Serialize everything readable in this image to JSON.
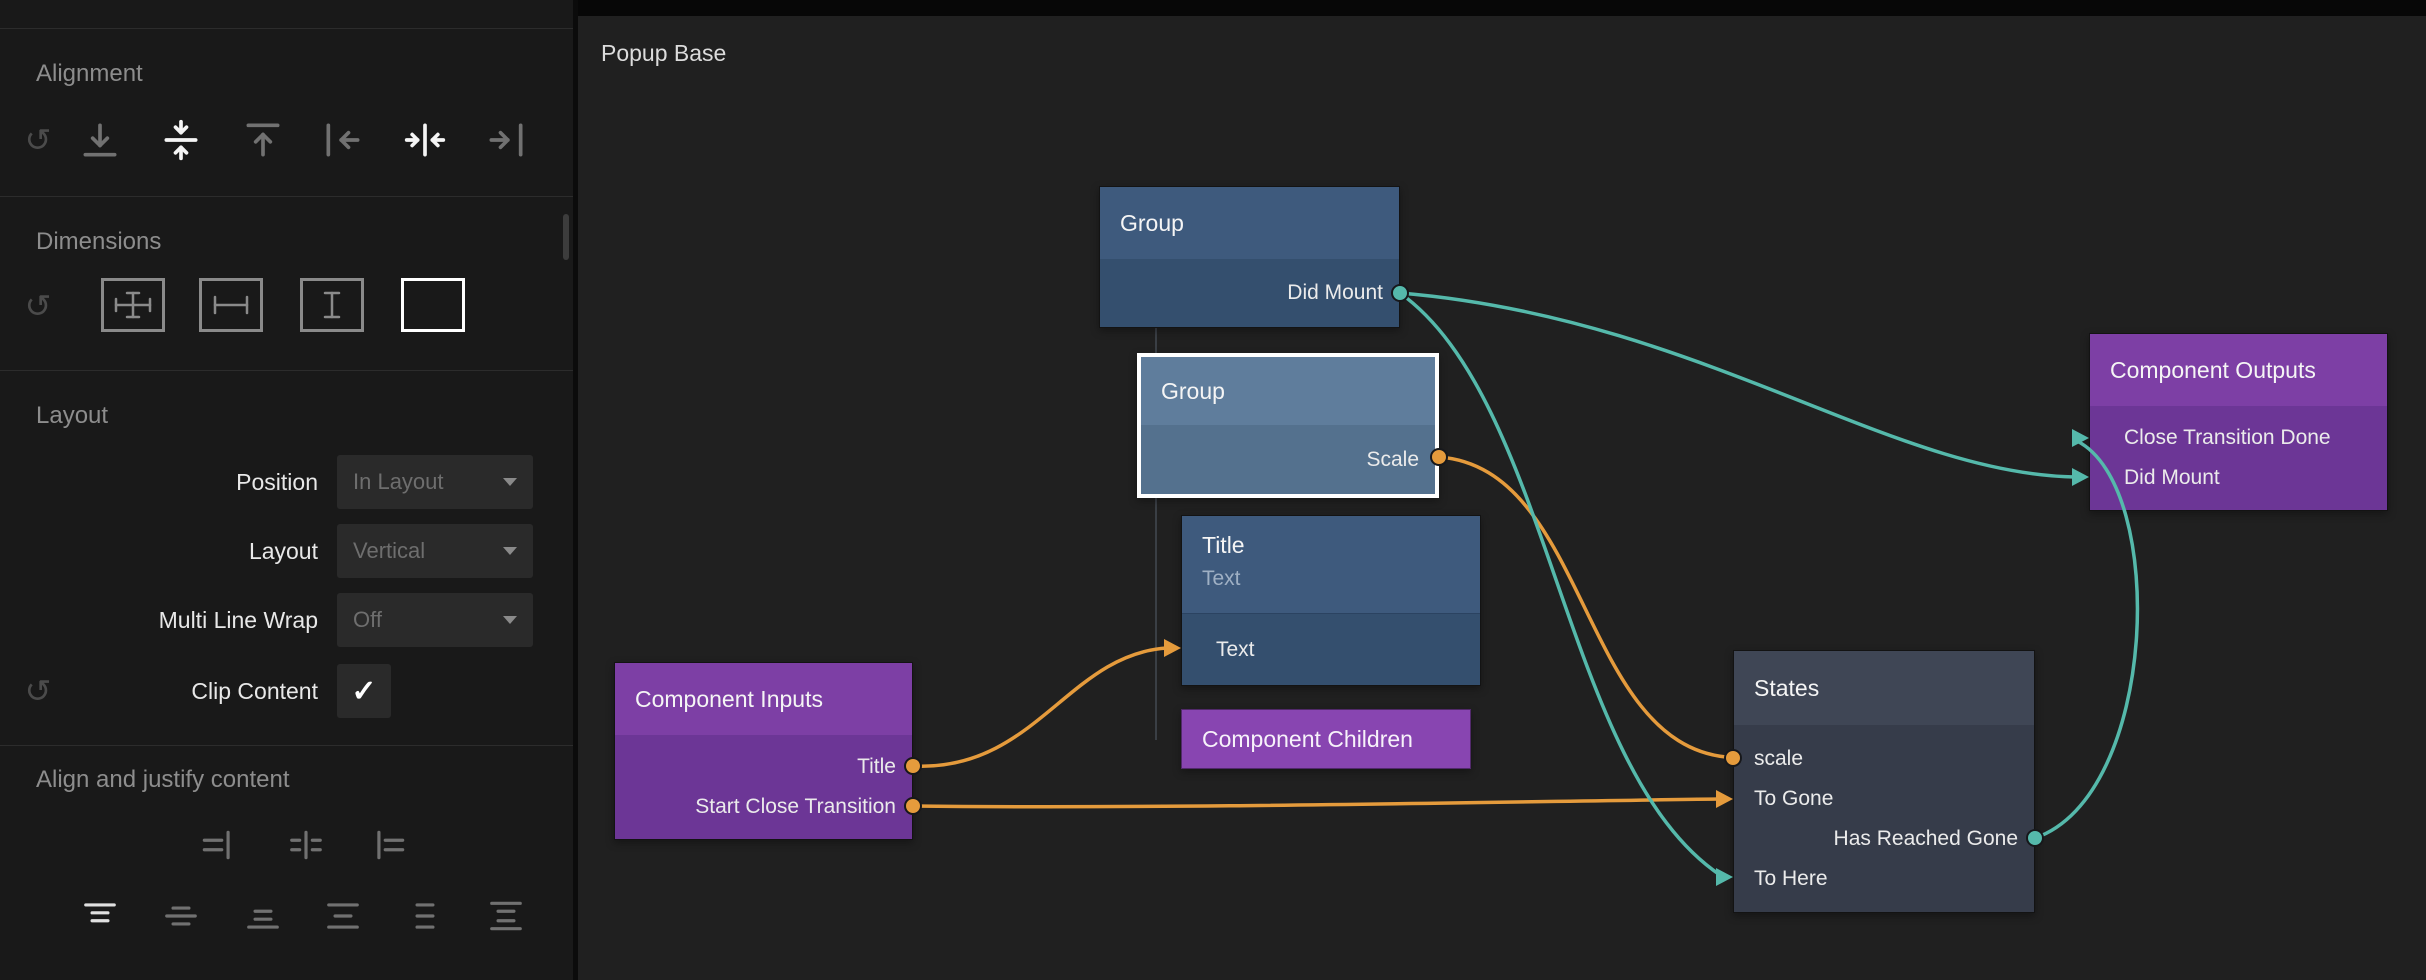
{
  "sidebar": {
    "alignment": {
      "title": "Alignment"
    },
    "dimensions": {
      "title": "Dimensions"
    },
    "layout": {
      "title": "Layout",
      "position_label": "Position",
      "position_value": "In Layout",
      "layout_label": "Layout",
      "layout_value": "Vertical",
      "wrap_label": "Multi Line Wrap",
      "wrap_value": "Off",
      "clip_label": "Clip Content",
      "clip_check": "✓"
    },
    "align_justify": {
      "title": "Align and justify content"
    }
  },
  "canvas": {
    "title": "Popup Base",
    "nodes": {
      "group1": {
        "title": "Group",
        "ports": {
          "did_mount": "Did Mount"
        }
      },
      "group2": {
        "title": "Group",
        "selected": true,
        "ports": {
          "scale": "Scale"
        }
      },
      "title_node": {
        "title": "Title",
        "type_label": "Text",
        "ports": {
          "text": "Text"
        }
      },
      "component_children": {
        "title": "Component Children"
      },
      "component_inputs": {
        "title": "Component Inputs",
        "ports": {
          "title": "Title",
          "start_close_transition": "Start Close Transition"
        }
      },
      "states": {
        "title": "States",
        "ports": {
          "scale": "scale",
          "to_gone": "To Gone",
          "has_reached_gone": "Has Reached Gone",
          "to_here": "To Here"
        }
      },
      "component_outputs": {
        "title": "Component Outputs",
        "ports": {
          "close_transition_done": "Close Transition Done",
          "did_mount": "Did Mount"
        }
      }
    },
    "connections": [
      {
        "from": "Component Inputs.Title",
        "to": "Title.Text",
        "type": "data"
      },
      {
        "from": "Component Inputs.Start Close Transition",
        "to": "States.To Gone",
        "type": "data"
      },
      {
        "from": "States.scale",
        "to": "Group.Scale",
        "type": "data"
      },
      {
        "from": "Group.Did Mount",
        "to": "Component Outputs.Did Mount",
        "type": "signal"
      },
      {
        "from": "Group.Did Mount",
        "to": "States.To Here",
        "type": "signal"
      },
      {
        "from": "States.Has Reached Gone",
        "to": "Component Outputs.Close Transition Done",
        "type": "signal"
      }
    ],
    "colors": {
      "data_connection": "#e59b3c",
      "signal_connection": "#55b9ab",
      "node_blue": "#3e5a7d",
      "node_purple": "#7d3fa5",
      "node_slate": "#3f4655",
      "selection": "#ffffff"
    }
  }
}
